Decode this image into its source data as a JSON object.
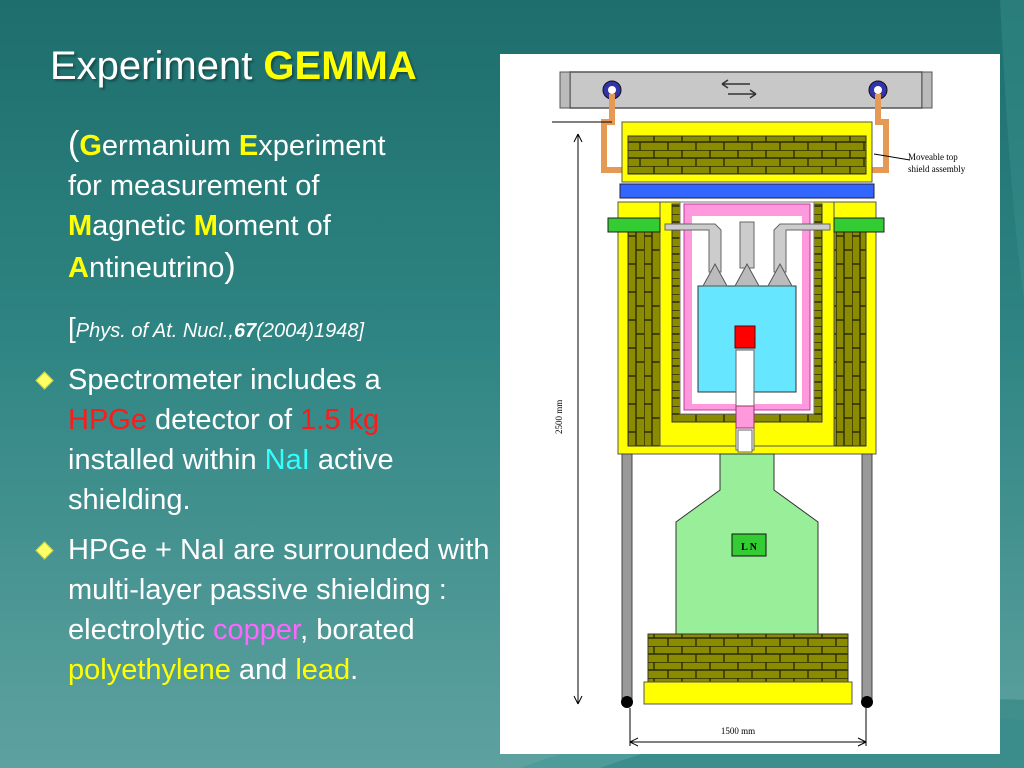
{
  "slide": {
    "title_prefix": "Experiment ",
    "title_highlight": "GEMMA",
    "acronym": {
      "open_paren": "(",
      "g": "G",
      "ermanium": "ermanium ",
      "e": "E",
      "xperiment": "xperiment",
      "line2": "for measurement of",
      "m1": "M",
      "agnetic": "agnetic ",
      "m2": "M",
      "oment": "oment of",
      "a": "A",
      "ntineutrino": "ntineutrino",
      "close_paren": ")"
    },
    "reference": {
      "open": "[",
      "journal": "Phys. of At. Nucl.,",
      "volume": "67",
      "rest": "(2004)1948]"
    },
    "bullet1": {
      "t1": "Spectrometer includes a",
      "hpge": "HPGe",
      "t2": " detector of ",
      "mass": "1.5 kg",
      "t3": "installed within ",
      "nai": "NaI",
      "t4": " active shielding."
    },
    "bullet2": {
      "t1": "HPGe + NaI are surrounded with multi-layer passive shielding : electrolytic ",
      "copper": "copper",
      "t2": ", borated ",
      "poly": "polyethylene",
      "t3": " and ",
      "lead": "lead",
      "t4": "."
    }
  },
  "diagram": {
    "label_shield": "Moveable top",
    "label_shield2": "shield assembly",
    "label_ln": "L N",
    "label_height": "2500 mm",
    "label_width": "1500 mm",
    "colors": {
      "lead": "#8b8b00",
      "yellow": "#ffff00",
      "pink": "#ff66cc",
      "cyan": "#66e6ff",
      "green": "#99ee99",
      "red": "#ff0000",
      "blue": "#3366ff",
      "gray": "#999999"
    }
  }
}
